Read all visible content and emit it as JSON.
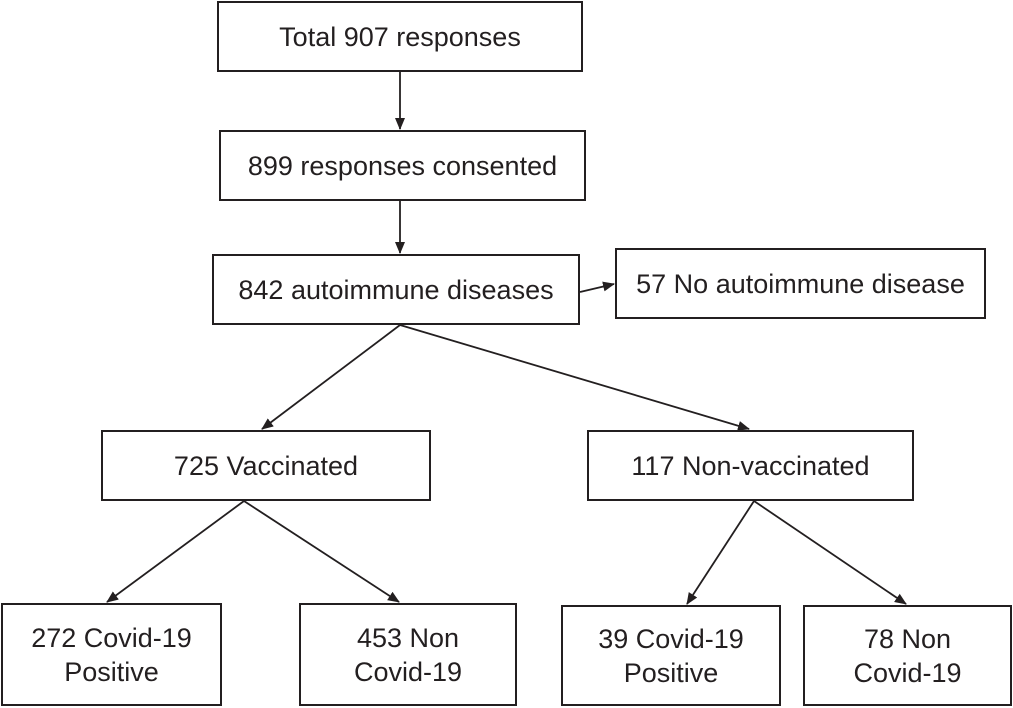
{
  "nodes": {
    "total": "Total 907 responses",
    "consented": "899 responses consented",
    "autoimmune": "842 autoimmune diseases",
    "no_autoimmune": "57 No autoimmune disease",
    "vaccinated": "725 Vaccinated",
    "non_vaccinated": "117 Non-vaccinated",
    "vacc_positive": "272 Covid-19\nPositive",
    "vacc_negative": "453 Non\nCovid-19",
    "nonvacc_positive": "39 Covid-19\nPositive",
    "nonvacc_negative": "78 Non\nCovid-19"
  },
  "edges": [
    [
      "total",
      "consented"
    ],
    [
      "consented",
      "autoimmune"
    ],
    [
      "autoimmune",
      "no_autoimmune"
    ],
    [
      "autoimmune",
      "vaccinated"
    ],
    [
      "autoimmune",
      "non_vaccinated"
    ],
    [
      "vaccinated",
      "vacc_positive"
    ],
    [
      "vaccinated",
      "vacc_negative"
    ],
    [
      "non_vaccinated",
      "nonvacc_positive"
    ],
    [
      "non_vaccinated",
      "nonvacc_negative"
    ]
  ],
  "colors": {
    "stroke": "#231f20",
    "background": "#ffffff"
  }
}
